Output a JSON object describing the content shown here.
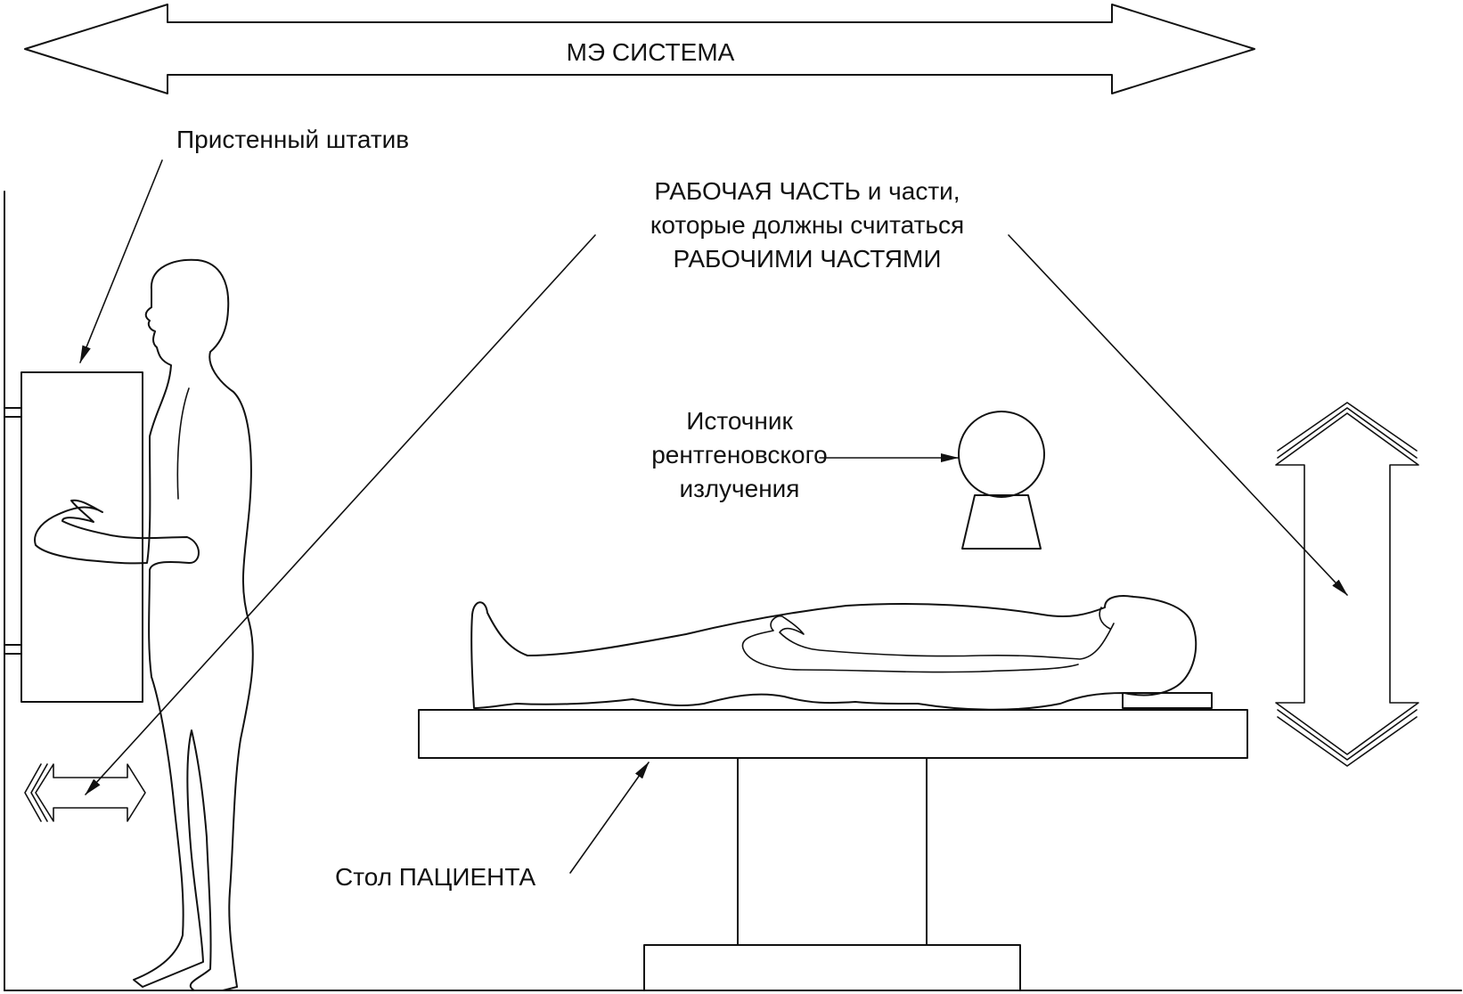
{
  "labels": {
    "system": "МЭ СИСТЕМА",
    "wall_stand": "Пристенный штатив",
    "applied_part": [
      "РАБОЧАЯ ЧАСТЬ и части,",
      "которые должны считаться",
      "РАБОЧИМИ ЧАСТЯМИ"
    ],
    "xray_source": [
      "Источник",
      "рентгеновского",
      "излучения"
    ],
    "patient_table": "Стол ПАЦИЕНТА"
  },
  "colors": {
    "line": "#111111",
    "background": "#ffffff"
  }
}
